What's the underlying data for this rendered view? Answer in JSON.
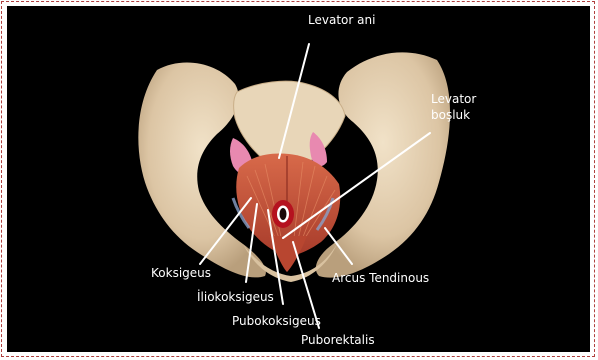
{
  "labels": {
    "levator_ani": "Levator ani",
    "levator_bosluk_line1": "Levator",
    "levator_bosluk_line2": "boşluk",
    "koksigeus": "Koksigeus",
    "iliokoksigeus": "İliokoksigeus",
    "pubokoksigeus": "Pubokoksigeus",
    "puborektalis": "Puborektalis",
    "arcus_tendinous": "Arcus Tendinous"
  },
  "colors": {
    "background": "#000000",
    "bone": "#e3cfb2",
    "muscle": "#c6553a",
    "membrane": "#e889b0",
    "ring_outer": "#b5121f",
    "leader_line": "#ffffff",
    "frame_border": "#b0403f"
  }
}
